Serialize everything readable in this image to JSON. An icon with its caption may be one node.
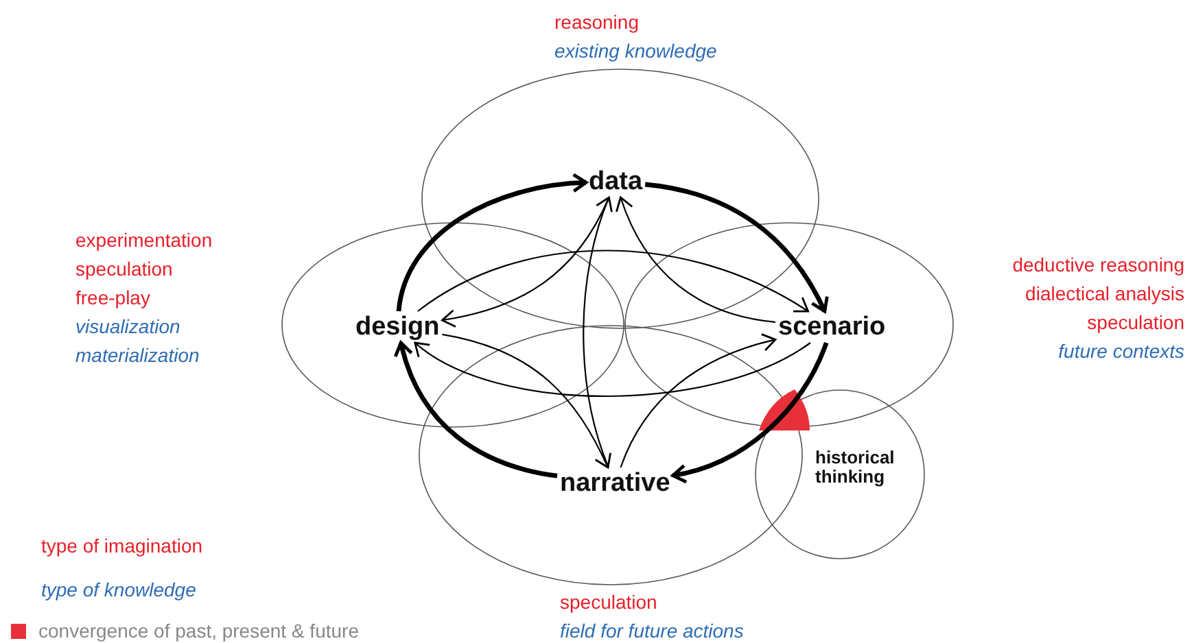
{
  "diagram": {
    "nodes": [
      {
        "text": [
          "data"
        ],
        "beside": [
          "reasoning",
          "existing knowledge"
        ]
      },
      {
        "text": [
          "design"
        ],
        "beside": [
          "experimentation",
          "speculation",
          "free-play",
          "visualization",
          "materialization"
        ]
      },
      {
        "text": [
          "scenario"
        ],
        "beside": [
          "deductive reasoning",
          "dialectical analysis",
          "speculation",
          "future contexts"
        ]
      },
      {
        "text": [
          "narrative"
        ],
        "beside": [
          "speculation",
          "field for future actions"
        ]
      },
      {
        "text": [
          "historical thinking"
        ]
      }
    ],
    "edges": [
      {
        "from": 1,
        "to": 0,
        "arrow": "to",
        "style": "thick"
      },
      {
        "from": 0,
        "to": 2,
        "arrow": "to",
        "style": "thick"
      },
      {
        "from": 2,
        "to": 3,
        "arrow": "to",
        "style": "thick"
      },
      {
        "from": 3,
        "to": 1,
        "arrow": "to",
        "style": "thick"
      },
      {
        "from": 1,
        "to": 2,
        "arrow": "to"
      },
      {
        "from": 2,
        "to": 1,
        "arrow": "to"
      },
      {
        "from": 0,
        "to": 1,
        "arrow": "to"
      },
      {
        "from": 1,
        "to": 3,
        "arrow": "to"
      },
      {
        "from": 3,
        "to": 0,
        "arrow": "to"
      },
      {
        "from": 2,
        "to": 0,
        "arrow": "to"
      },
      {
        "from": 3,
        "to": 2,
        "arrow": "to"
      }
    ],
    "legend": [
      {
        "text": "type of imagination",
        "color": "#e8202a"
      },
      {
        "text": "type of knowledge",
        "color": "#2e6db4"
      },
      {
        "text": "convergence of past, present & future",
        "color": "#e8303a"
      }
    ]
  }
}
